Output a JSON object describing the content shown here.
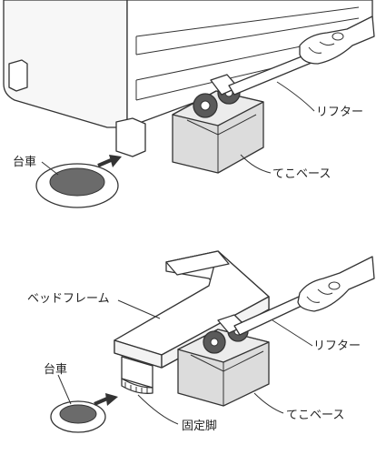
{
  "top_panel": {
    "labels": {
      "dolly": "台車",
      "lifter": "リフター",
      "lever_base": "てこベース"
    }
  },
  "bottom_panel": {
    "labels": {
      "bed_frame": "ベッドフレーム",
      "lifter": "リフター",
      "dolly": "台車",
      "lever_base": "てこベース",
      "fixed_leg": "固定脚"
    }
  },
  "colors": {
    "outline": "#333333",
    "base_fill": "#dcdcdc",
    "base_top": "#ececec",
    "dolly_pad": "#6b6b6b",
    "roller": "#5a5a5a",
    "arrow": "#333333"
  }
}
